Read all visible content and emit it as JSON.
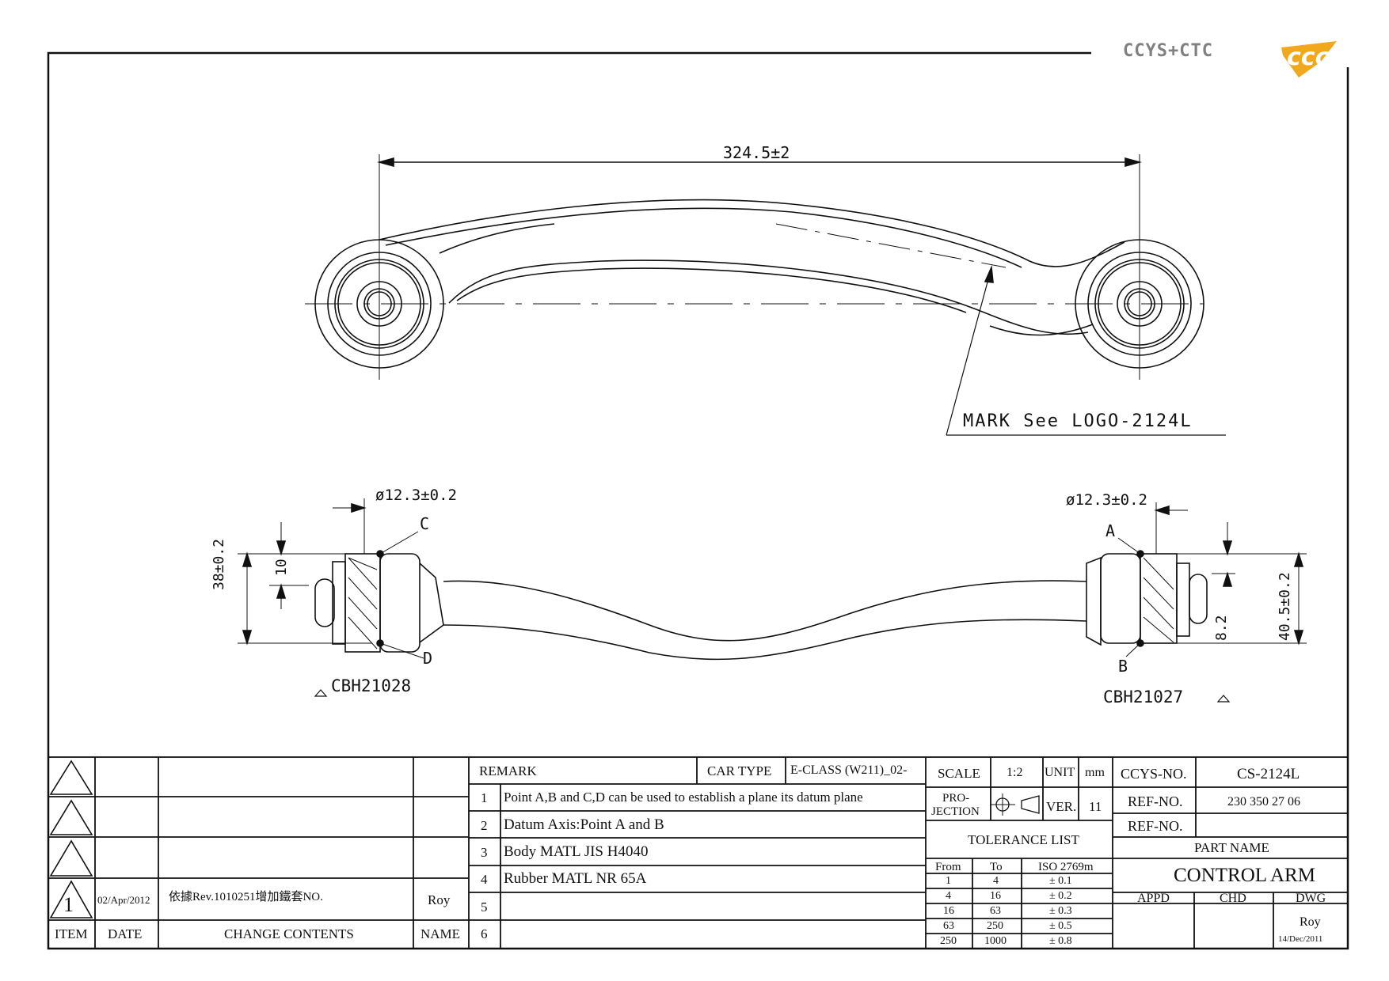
{
  "logo": {
    "text": "CCYS+CTC"
  },
  "top_view": {
    "length_dim": "324.5±2",
    "mark_note": "MARK See LOGO-2124L"
  },
  "side_view": {
    "left_dia": "ø12.3±0.2",
    "right_dia": "ø12.3±0.2",
    "left_height": "38±0.2",
    "left_offset": "10",
    "right_height": "40.5±0.2",
    "right_offset": "8.2",
    "point_a": "A",
    "point_b": "B",
    "point_c": "C",
    "point_d": "D",
    "left_bushing": "CBH21028",
    "right_bushing": "CBH21027"
  },
  "revisions": {
    "rows": [
      {
        "item": "",
        "date": "",
        "contents": "",
        "name": ""
      },
      {
        "item": "",
        "date": "",
        "contents": "",
        "name": ""
      },
      {
        "item": "",
        "date": "",
        "contents": "",
        "name": ""
      },
      {
        "item": "1",
        "date": "02/Apr/2012",
        "contents": "依據Rev.1010251增加鐵套NO.",
        "name": "Roy"
      }
    ],
    "headers": {
      "item": "ITEM",
      "date": "DATE",
      "contents": "CHANGE CONTENTS",
      "name": "NAME"
    }
  },
  "remarks": {
    "title": "REMARK",
    "car_type_label": "CAR TYPE",
    "car_type_value": "E-CLASS (W211)_02-",
    "items": [
      {
        "no": "1",
        "text": "Point A,B and C,D can be used to establish a plane its datum plane"
      },
      {
        "no": "2",
        "text": "Datum Axis:Point A and B"
      },
      {
        "no": "3",
        "text": "Body MATL JIS H4040"
      },
      {
        "no": "4",
        "text": "Rubber MATL NR 65A"
      },
      {
        "no": "5",
        "text": ""
      },
      {
        "no": "6",
        "text": ""
      }
    ]
  },
  "info": {
    "scale_label": "SCALE",
    "scale_value": "1:2",
    "unit_label": "UNIT",
    "unit_value": "mm",
    "projection_label_1": "PRO-",
    "projection_label_2": "JECTION",
    "ver_label": "VER.",
    "ver_value": "11",
    "tolerance_title": "TOLERANCE LIST",
    "tol_headers": [
      "From",
      "To",
      "ISO 2769m"
    ],
    "tolerances": [
      {
        "from": "1",
        "to": "4",
        "tol": "± 0.1"
      },
      {
        "from": "4",
        "to": "16",
        "tol": "± 0.2"
      },
      {
        "from": "16",
        "to": "63",
        "tol": "± 0.3"
      },
      {
        "from": "63",
        "to": "250",
        "tol": "± 0.5"
      },
      {
        "from": "250",
        "to": "1000",
        "tol": "± 0.8"
      }
    ]
  },
  "part": {
    "ccys_label": "CCYS-NO.",
    "ccys_value": "CS-2124L",
    "ref1_label": "REF-NO.",
    "ref1_value": "230 350 27 06",
    "ref2_label": "REF-NO.",
    "ref2_value": "",
    "part_name_label": "PART NAME",
    "part_name": "CONTROL ARM",
    "appd_label": "APPD",
    "chd_label": "CHD",
    "dwg_label": "DWG",
    "dwg_name": "Roy",
    "dwg_date": "14/Dec/2011"
  }
}
